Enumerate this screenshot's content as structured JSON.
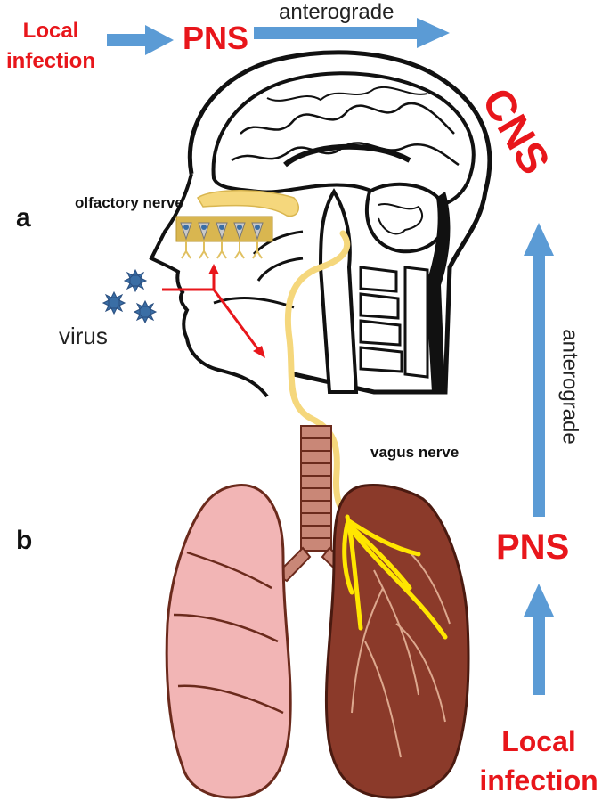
{
  "top": {
    "local_infection": "Local infection",
    "pns": "PNS",
    "anterograde": "anterograde",
    "cns": "CNS"
  },
  "head": {
    "panel_label": "a",
    "olfactory_nerve": "olfactory nerve",
    "virus": "virus"
  },
  "lungs": {
    "panel_label": "b",
    "vagus_nerve": "vagus nerve"
  },
  "right": {
    "anterograde": "anterograde",
    "pns": "PNS",
    "local_infection": "Local infection"
  },
  "colors": {
    "label_red": "#e8161b",
    "arrow_blue": "#5b9bd5",
    "nerve_yellow": "#f5d77c",
    "vagus_branch_yellow": "#ffe600",
    "lung_left": "#f2b5b5",
    "lung_right": "#8b3a2a",
    "virus_blue": "#3a6ea5"
  }
}
